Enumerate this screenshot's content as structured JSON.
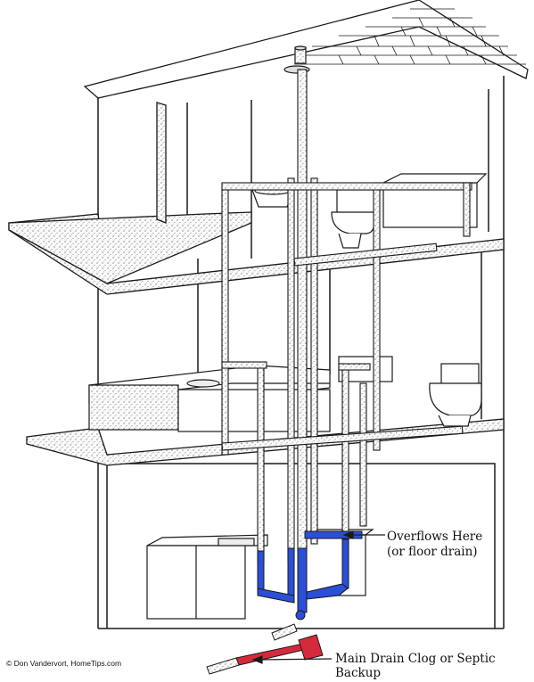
{
  "diagram": {
    "callouts": {
      "overflow_line1": "Overflows Here",
      "overflow_line2": "(or floor drain)",
      "clog": "Main Drain Clog or Septic Backup"
    },
    "credit": "© Don Vandervort, HomeTips.com"
  },
  "colors": {
    "backup_water": "#2b4fd6",
    "clog": "#d42a3c",
    "line": "#1a1a1a"
  }
}
